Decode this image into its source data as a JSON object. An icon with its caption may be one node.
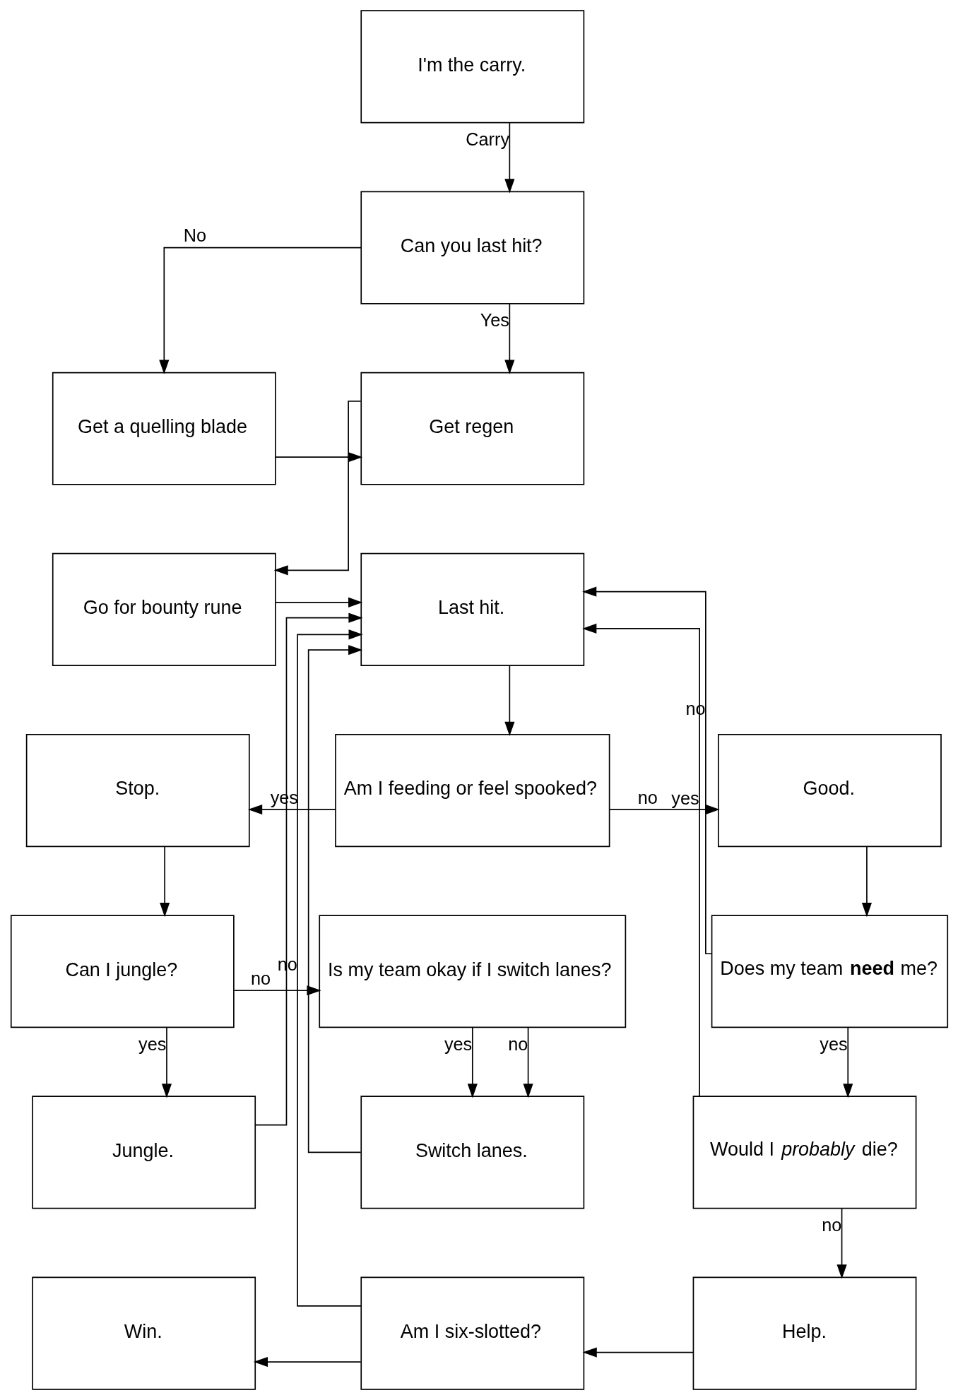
{
  "diagram": {
    "nodes": [
      {
        "text": [
          "I'm the carry."
        ]
      },
      {
        "text": [
          "Can you last hit?"
        ]
      },
      {
        "text": [
          "Get a quelling blade"
        ]
      },
      {
        "text": [
          "Get regen"
        ]
      },
      {
        "text": [
          "Go for bounty rune"
        ]
      },
      {
        "text": [
          "Last hit."
        ]
      },
      {
        "text": [
          "Stop."
        ]
      },
      {
        "text": [
          "Am I feeding or feel spooked?"
        ]
      },
      {
        "text": [
          "Good."
        ]
      },
      {
        "text": [
          "Can I jungle?"
        ]
      },
      {
        "text": [
          "Is my team okay if I switch lanes?"
        ]
      },
      {
        "text": [
          "Does my team **need** me?"
        ]
      },
      {
        "text": [
          "Jungle."
        ]
      },
      {
        "text": [
          "Switch lanes."
        ]
      },
      {
        "text": [
          "Would I *probably* die?"
        ]
      },
      {
        "text": [
          "Win."
        ]
      },
      {
        "text": [
          "Am I six-slotted?"
        ]
      },
      {
        "text": [
          "Help."
        ]
      }
    ],
    "edges": [
      {
        "from": 0,
        "to": 1,
        "arrow": "to",
        "label": "Carry"
      },
      {
        "from": 1,
        "to": 2,
        "arrow": "to",
        "label": "No"
      },
      {
        "from": 1,
        "to": 3,
        "arrow": "to",
        "label": "Yes"
      },
      {
        "from": 2,
        "to": 3,
        "arrow": "to"
      },
      {
        "from": 3,
        "to": 4,
        "arrow": "to"
      },
      {
        "from": 4,
        "to": 5,
        "arrow": "to"
      },
      {
        "from": 5,
        "to": 7,
        "arrow": "to"
      },
      {
        "from": 7,
        "to": 6,
        "arrow": "to",
        "label": "yes"
      },
      {
        "from": 7,
        "to": 8,
        "arrow": "to",
        "label": "no"
      },
      {
        "from": 6,
        "to": 9,
        "arrow": "to"
      },
      {
        "from": 9,
        "to": 10,
        "arrow": "to",
        "label": "no"
      },
      {
        "from": 9,
        "to": 12,
        "arrow": "to",
        "label": "yes"
      },
      {
        "from": 10,
        "to": 13,
        "arrow": "to",
        "label": "yes"
      },
      {
        "from": 10,
        "to": 13,
        "arrow": "to",
        "label": "no"
      },
      {
        "from": 8,
        "to": 11,
        "arrow": "to"
      },
      {
        "from": 11,
        "to": 5,
        "arrow": "to",
        "label": "no"
      },
      {
        "from": 11,
        "to": 14,
        "arrow": "to",
        "label": "yes"
      },
      {
        "from": 14,
        "to": 5,
        "arrow": "to",
        "label": "yes"
      },
      {
        "from": 14,
        "to": 17,
        "arrow": "to",
        "label": "no"
      },
      {
        "from": 12,
        "to": 5,
        "arrow": "to"
      },
      {
        "from": 13,
        "to": 5,
        "arrow": "to"
      },
      {
        "from": 17,
        "to": 16,
        "arrow": "to"
      },
      {
        "from": 16,
        "to": 15,
        "arrow": "to"
      },
      {
        "from": 16,
        "to": 5,
        "arrow": "to",
        "label": "no"
      }
    ]
  }
}
